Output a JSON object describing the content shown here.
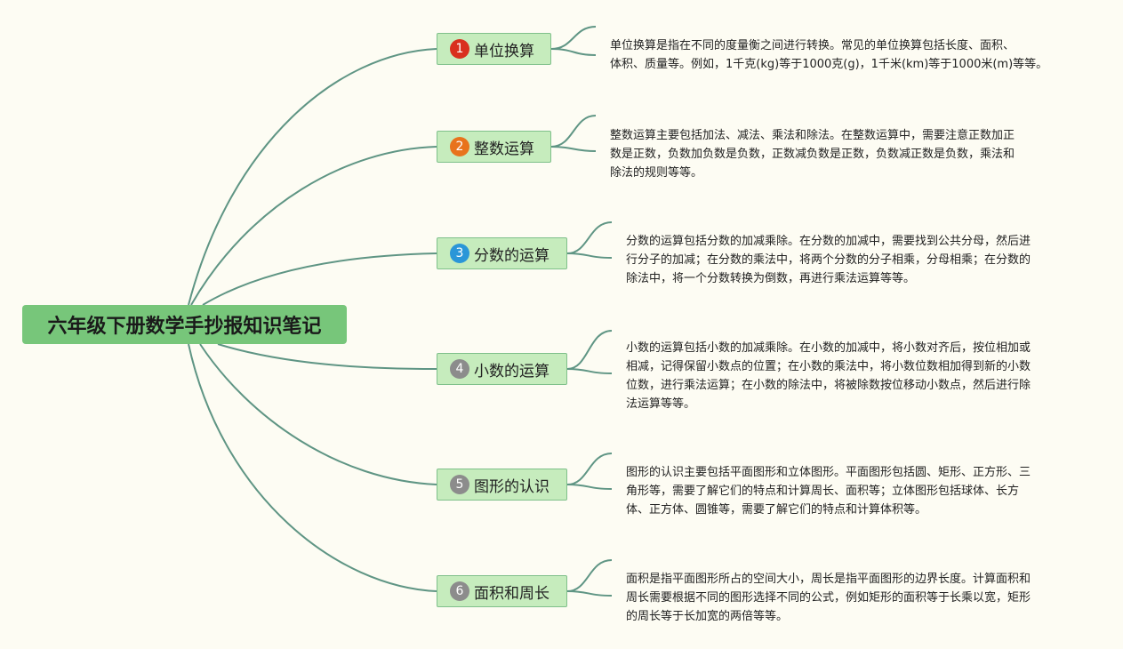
{
  "root": {
    "title": "六年级下册数学手抄报知识笔记"
  },
  "colors": {
    "background": "#fdfcf3",
    "root_fill": "#77c67a",
    "topic_fill": "#c6ecbd",
    "topic_border": "#7fc08a",
    "connector": "#5f9584"
  },
  "topics": [
    {
      "number": "1",
      "badge_color": "#d9301e",
      "label": "单位换算",
      "description": "单位换算是指在不同的度量衡之间进行转换。常见的单位换算包括长度、面积、\n体积、质量等。例如，1千克(kg)等于1000克(g)，1千米(km)等于1000米(m)等等。"
    },
    {
      "number": "2",
      "badge_color": "#e8731c",
      "label": "整数运算",
      "description": "整数运算主要包括加法、减法、乘法和除法。在整数运算中，需要注意正数加正\n数是正数，负数加负数是负数，正数减负数是正数，负数减正数是负数，乘法和\n除法的规则等等。"
    },
    {
      "number": "3",
      "badge_color": "#2a96d8",
      "label": "分数的运算",
      "description": "分数的运算包括分数的加减乘除。在分数的加减中，需要找到公共分母，然后进\n行分子的加减；在分数的乘法中，将两个分数的分子相乘，分母相乘；在分数的\n除法中，将一个分数转换为倒数，再进行乘法运算等等。"
    },
    {
      "number": "4",
      "badge_color": "#8c8c8c",
      "label": "小数的运算",
      "description": "小数的运算包括小数的加减乘除。在小数的加减中，将小数对齐后，按位相加或\n相减，记得保留小数点的位置；在小数的乘法中，将小数位数相加得到新的小数\n位数，进行乘法运算；在小数的除法中，将被除数按位移动小数点，然后进行除\n法运算等等。"
    },
    {
      "number": "5",
      "badge_color": "#8c8c8c",
      "label": "图形的认识",
      "description": "图形的认识主要包括平面图形和立体图形。平面图形包括圆、矩形、正方形、三\n角形等，需要了解它们的特点和计算周长、面积等；立体图形包括球体、长方\n体、正方体、圆锥等，需要了解它们的特点和计算体积等。"
    },
    {
      "number": "6",
      "badge_color": "#8c8c8c",
      "label": "面积和周长",
      "description": "面积是指平面图形所占的空间大小，周长是指平面图形的边界长度。计算面积和\n周长需要根据不同的图形选择不同的公式，例如矩形的面积等于长乘以宽，矩形\n的周长等于长加宽的两倍等等。"
    }
  ]
}
